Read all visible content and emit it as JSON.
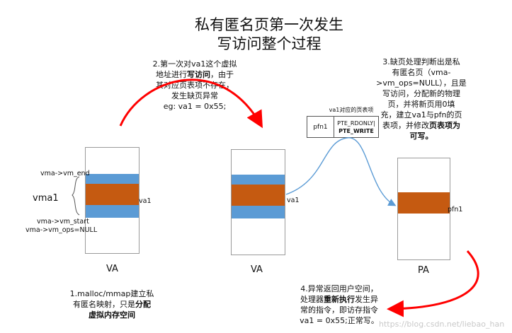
{
  "title": [
    "私有匿名页第一次发生",
    "写访问整个过程"
  ],
  "step2": {
    "lines": [
      "2.第一次对va1这个虚拟",
      "地址进行",
      "写访问",
      "，由于",
      "其对应页表项不存在，",
      "发生缺页异常",
      "eg: va1 = 0x55;"
    ]
  },
  "step3": {
    "lines": [
      "3.缺页处理判断出是私",
      "有匿名页（vma-",
      ">vm_ops=NULL），且是",
      "写访问，分配新的物理",
      "页，并将新页用0填",
      "充，建立va1与pfn的页",
      "表项，并修改",
      "页表项为",
      "可写。"
    ]
  },
  "step1": {
    "lines": [
      "1.malloc/mmap建立私",
      "有匿名映射，只是",
      "分配",
      "虚拟内存空间"
    ]
  },
  "step4": {
    "lines": [
      "4.异常返回用户空间，",
      "处理器",
      "重新执行",
      "发生异",
      "常的指令，即访存指令",
      "va1 = 0x55;正常写。"
    ]
  },
  "left_labels": {
    "vm_end": "vma->vm_end",
    "vma1": "vma1",
    "vm_start": "vma->vm_start",
    "vm_ops": "vma->vm_ops=NULL",
    "va1": "va1"
  },
  "middle": {
    "va1": "va1"
  },
  "pte": {
    "caption": "va1对应的页表项",
    "pfn": "pfn1",
    "flag1": "PTE_RDONLY|",
    "flag2": "PTE_WRITE"
  },
  "right": {
    "pfn": "pfn1"
  },
  "captions": {
    "va_left": "VA",
    "va_mid": "VA",
    "pa": "PA"
  },
  "watermark": "https://blog.csdn.net/liebao_han",
  "colors": {
    "blue": "#5b9bd5",
    "orange": "#c55a11",
    "arrow_red": "#ff0000",
    "arrow_blue": "#5b9bd5"
  }
}
